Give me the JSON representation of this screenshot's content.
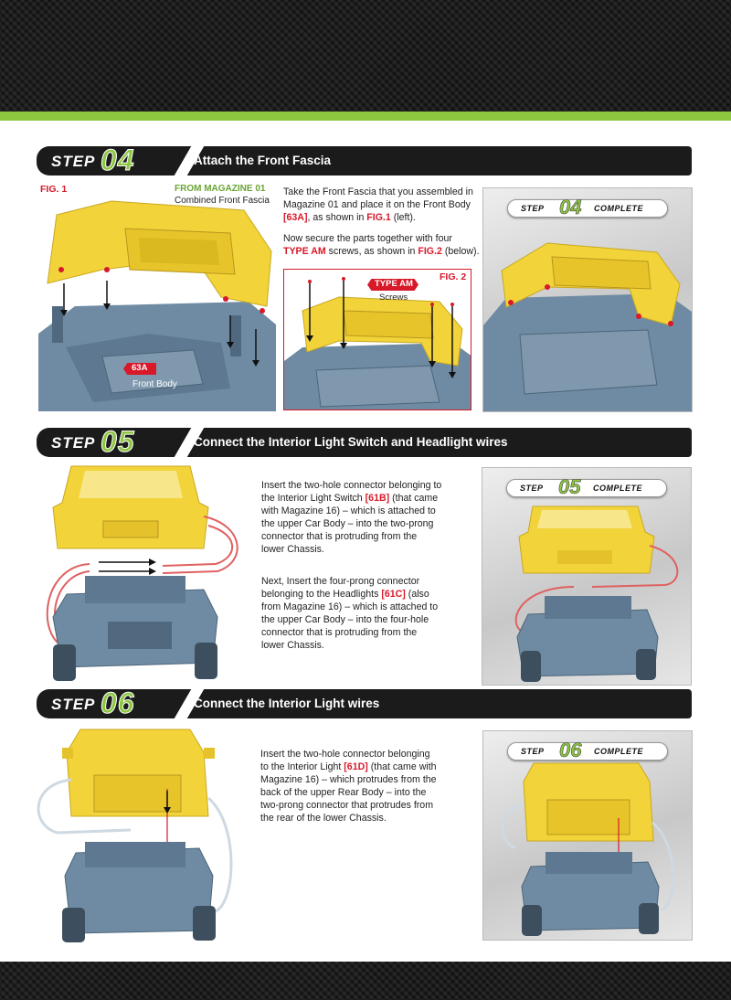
{
  "steps": [
    {
      "word": "STEP",
      "num": "04",
      "title": "Attach the Front Fascia"
    },
    {
      "word": "STEP",
      "num": "05",
      "title": "Connect the Interior Light Switch and Headlight wires"
    },
    {
      "word": "STEP",
      "num": "06",
      "title": "Connect the Interior Light wires"
    }
  ],
  "complete": {
    "step": "STEP",
    "word": "COMPLETE",
    "n04": "04",
    "n05": "05",
    "n06": "06"
  },
  "step04": {
    "fig1": "FIG. 1",
    "fig2": "FIG. 2",
    "from_mag": "FROM MAGAZINE 01",
    "combined": "Combined Front Fascia",
    "part_tag": "63A",
    "part_name": "Front Body",
    "type_am": "TYPE AM",
    "screws": "Screws",
    "p1": [
      "Take the Front Fascia that you assembled in",
      "Magazine 01 and place it on the Front Body",
      ", as shown in ",
      " (left)."
    ],
    "p1_refs": [
      "[63A]",
      "FIG.1"
    ],
    "p2": [
      "Now secure the parts together with four",
      " screws, as shown in ",
      " (below)."
    ],
    "p2_refs": [
      "TYPE AM",
      "FIG.2"
    ]
  },
  "step05": {
    "p1": [
      "Insert the two-hole connector belonging to",
      "the Interior Light Switch ",
      " (that came",
      "with Magazine 16) – which is attached to",
      "the upper Car Body – into the two-prong",
      "connector that is protruding from the",
      "lower Chassis."
    ],
    "ref1": "[61B]",
    "p2": [
      "Next, Insert the four-prong connector",
      "belonging to the Headlights ",
      " (also",
      "from Magazine 16) – which is attached to",
      "the upper Car Body – into the four-hole",
      "connector that is protruding from the",
      "lower Chassis."
    ],
    "ref2": "[61C]"
  },
  "step06": {
    "p1": [
      "Insert the two-hole connector belonging",
      "to the Interior Light ",
      " (that came with",
      "Magazine 16) – which protrudes from the",
      "back of the upper Rear Body – into the",
      "two-prong connector that protrudes from",
      "the rear of the lower Chassis."
    ],
    "ref1": "[61D]"
  },
  "colors": {
    "green": "#8dc63f",
    "red": "#d7192a",
    "yellow": "#f2d43a",
    "chassis": "#6f8ba3"
  }
}
